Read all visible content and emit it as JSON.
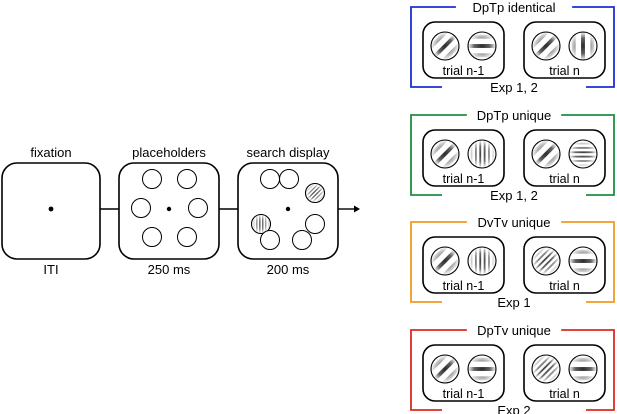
{
  "sequence": {
    "frames": [
      {
        "label": "fixation",
        "duration": "ITI"
      },
      {
        "label": "placeholders",
        "duration": "250 ms"
      },
      {
        "label": "search display",
        "duration": "200 ms"
      }
    ]
  },
  "conditions": [
    {
      "title": "DpTp identical",
      "experiments": "Exp 1, 2",
      "color": "#1c2fd4",
      "prev_trial": "trial n-1",
      "curr_trial": "trial n",
      "prev_stimuli": [
        {
          "angle": 45,
          "freq": "low"
        },
        {
          "angle": 0,
          "freq": "low"
        }
      ],
      "curr_stimuli": [
        {
          "angle": 45,
          "freq": "low"
        },
        {
          "angle": 90,
          "freq": "low"
        }
      ]
    },
    {
      "title": "DpTp unique",
      "experiments": "Exp 1, 2",
      "color": "#1e8f3e",
      "prev_trial": "trial n-1",
      "curr_trial": "trial n",
      "prev_stimuli": [
        {
          "angle": 45,
          "freq": "low"
        },
        {
          "angle": 90,
          "freq": "high"
        }
      ],
      "curr_stimuli": [
        {
          "angle": 45,
          "freq": "low"
        },
        {
          "angle": 0,
          "freq": "high"
        }
      ]
    },
    {
      "title": "DvTv unique",
      "experiments": "Exp 1",
      "color": "#f29a21",
      "prev_trial": "trial n-1",
      "curr_trial": "trial n",
      "prev_stimuli": [
        {
          "angle": 45,
          "freq": "low"
        },
        {
          "angle": 90,
          "freq": "high"
        }
      ],
      "curr_stimuli": [
        {
          "angle": 45,
          "freq": "high"
        },
        {
          "angle": 0,
          "freq": "low"
        }
      ]
    },
    {
      "title": "DpTv unique",
      "experiments": "Exp 2",
      "color": "#dd2a1f",
      "prev_trial": "trial n-1",
      "curr_trial": "trial n",
      "prev_stimuli": [
        {
          "angle": 45,
          "freq": "low"
        },
        {
          "angle": 0,
          "freq": "low"
        }
      ],
      "curr_stimuli": [
        {
          "angle": 45,
          "freq": "high"
        },
        {
          "angle": 0,
          "freq": "low"
        }
      ]
    }
  ]
}
